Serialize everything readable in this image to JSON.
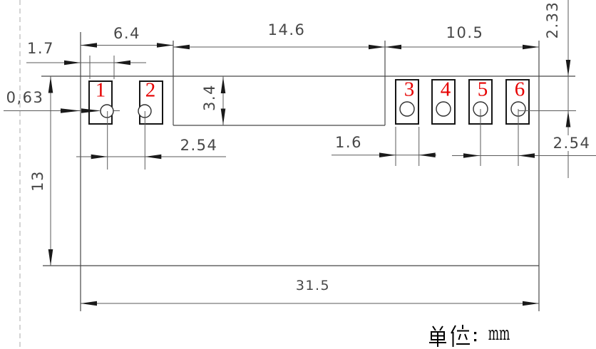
{
  "drawing": {
    "unit_note": {
      "cjk_label": "单位",
      "colon": "：",
      "unit": "mm"
    },
    "pad_numbers": [
      "1",
      "2",
      "3",
      "4",
      "5",
      "6"
    ],
    "dimensions": {
      "pad_row_left_width": "6.4",
      "body_middle_width": "14.6",
      "pad_row_right_width": "10.5",
      "pad1_width": "1.7",
      "hole_diameter": "0,63",
      "middle_height": "3.4",
      "body_height": "13",
      "pads12_pitch": "2.54",
      "pad3_width": "1.6",
      "hole_offset_right": "2.54",
      "top_offset": "2.33",
      "body_width": "31.5"
    },
    "colors": {
      "pad_number_red": "#e60000",
      "outline": "#4a4a4a",
      "dimension": "#5a5a5a"
    }
  }
}
